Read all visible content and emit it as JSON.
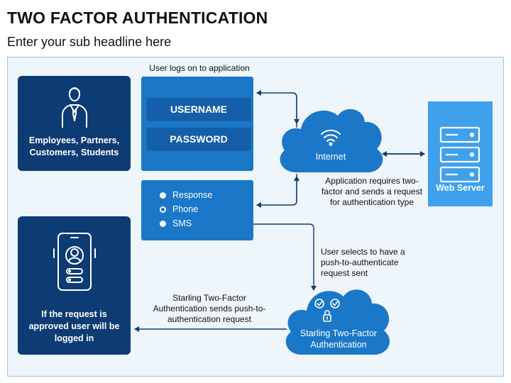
{
  "header": {
    "title": "TWO FACTOR AUTHENTICATION",
    "subtitle": "Enter your sub headline here"
  },
  "users_box": {
    "icon": "person-tie-icon",
    "label": "Employees, Partners, Customers, Students"
  },
  "login_box": {
    "note": "User logs on to application",
    "username": "USERNAME",
    "password": "PASSWORD"
  },
  "options_box": {
    "options": [
      {
        "label": "Response",
        "selected": true
      },
      {
        "label": "Phone",
        "selected": false
      },
      {
        "label": "SMS",
        "selected": true
      }
    ]
  },
  "internet_cloud": {
    "icon": "wifi-icon",
    "label": "Internet",
    "note": "Application requires two-factor and sends a request for authentication type"
  },
  "web_server": {
    "icon": "server-stack-icon",
    "label": "Web Server"
  },
  "starling_cloud": {
    "icon": "lock-check-icon",
    "label": "Starling Two-Factor Authentication",
    "note_user": "User selects to have a push-to-authenticate request sent",
    "note_push": "Starling Two-Factor Authentication sends push-to-authentication request"
  },
  "approved_box": {
    "icon": "mobile-user-icon",
    "label": "If the request is approved user will be logged in"
  },
  "colors": {
    "navy": "#0d3b73",
    "blue": "#1b78c8",
    "light_blue": "#3fa0ec",
    "arrow": "#0d3b73"
  }
}
